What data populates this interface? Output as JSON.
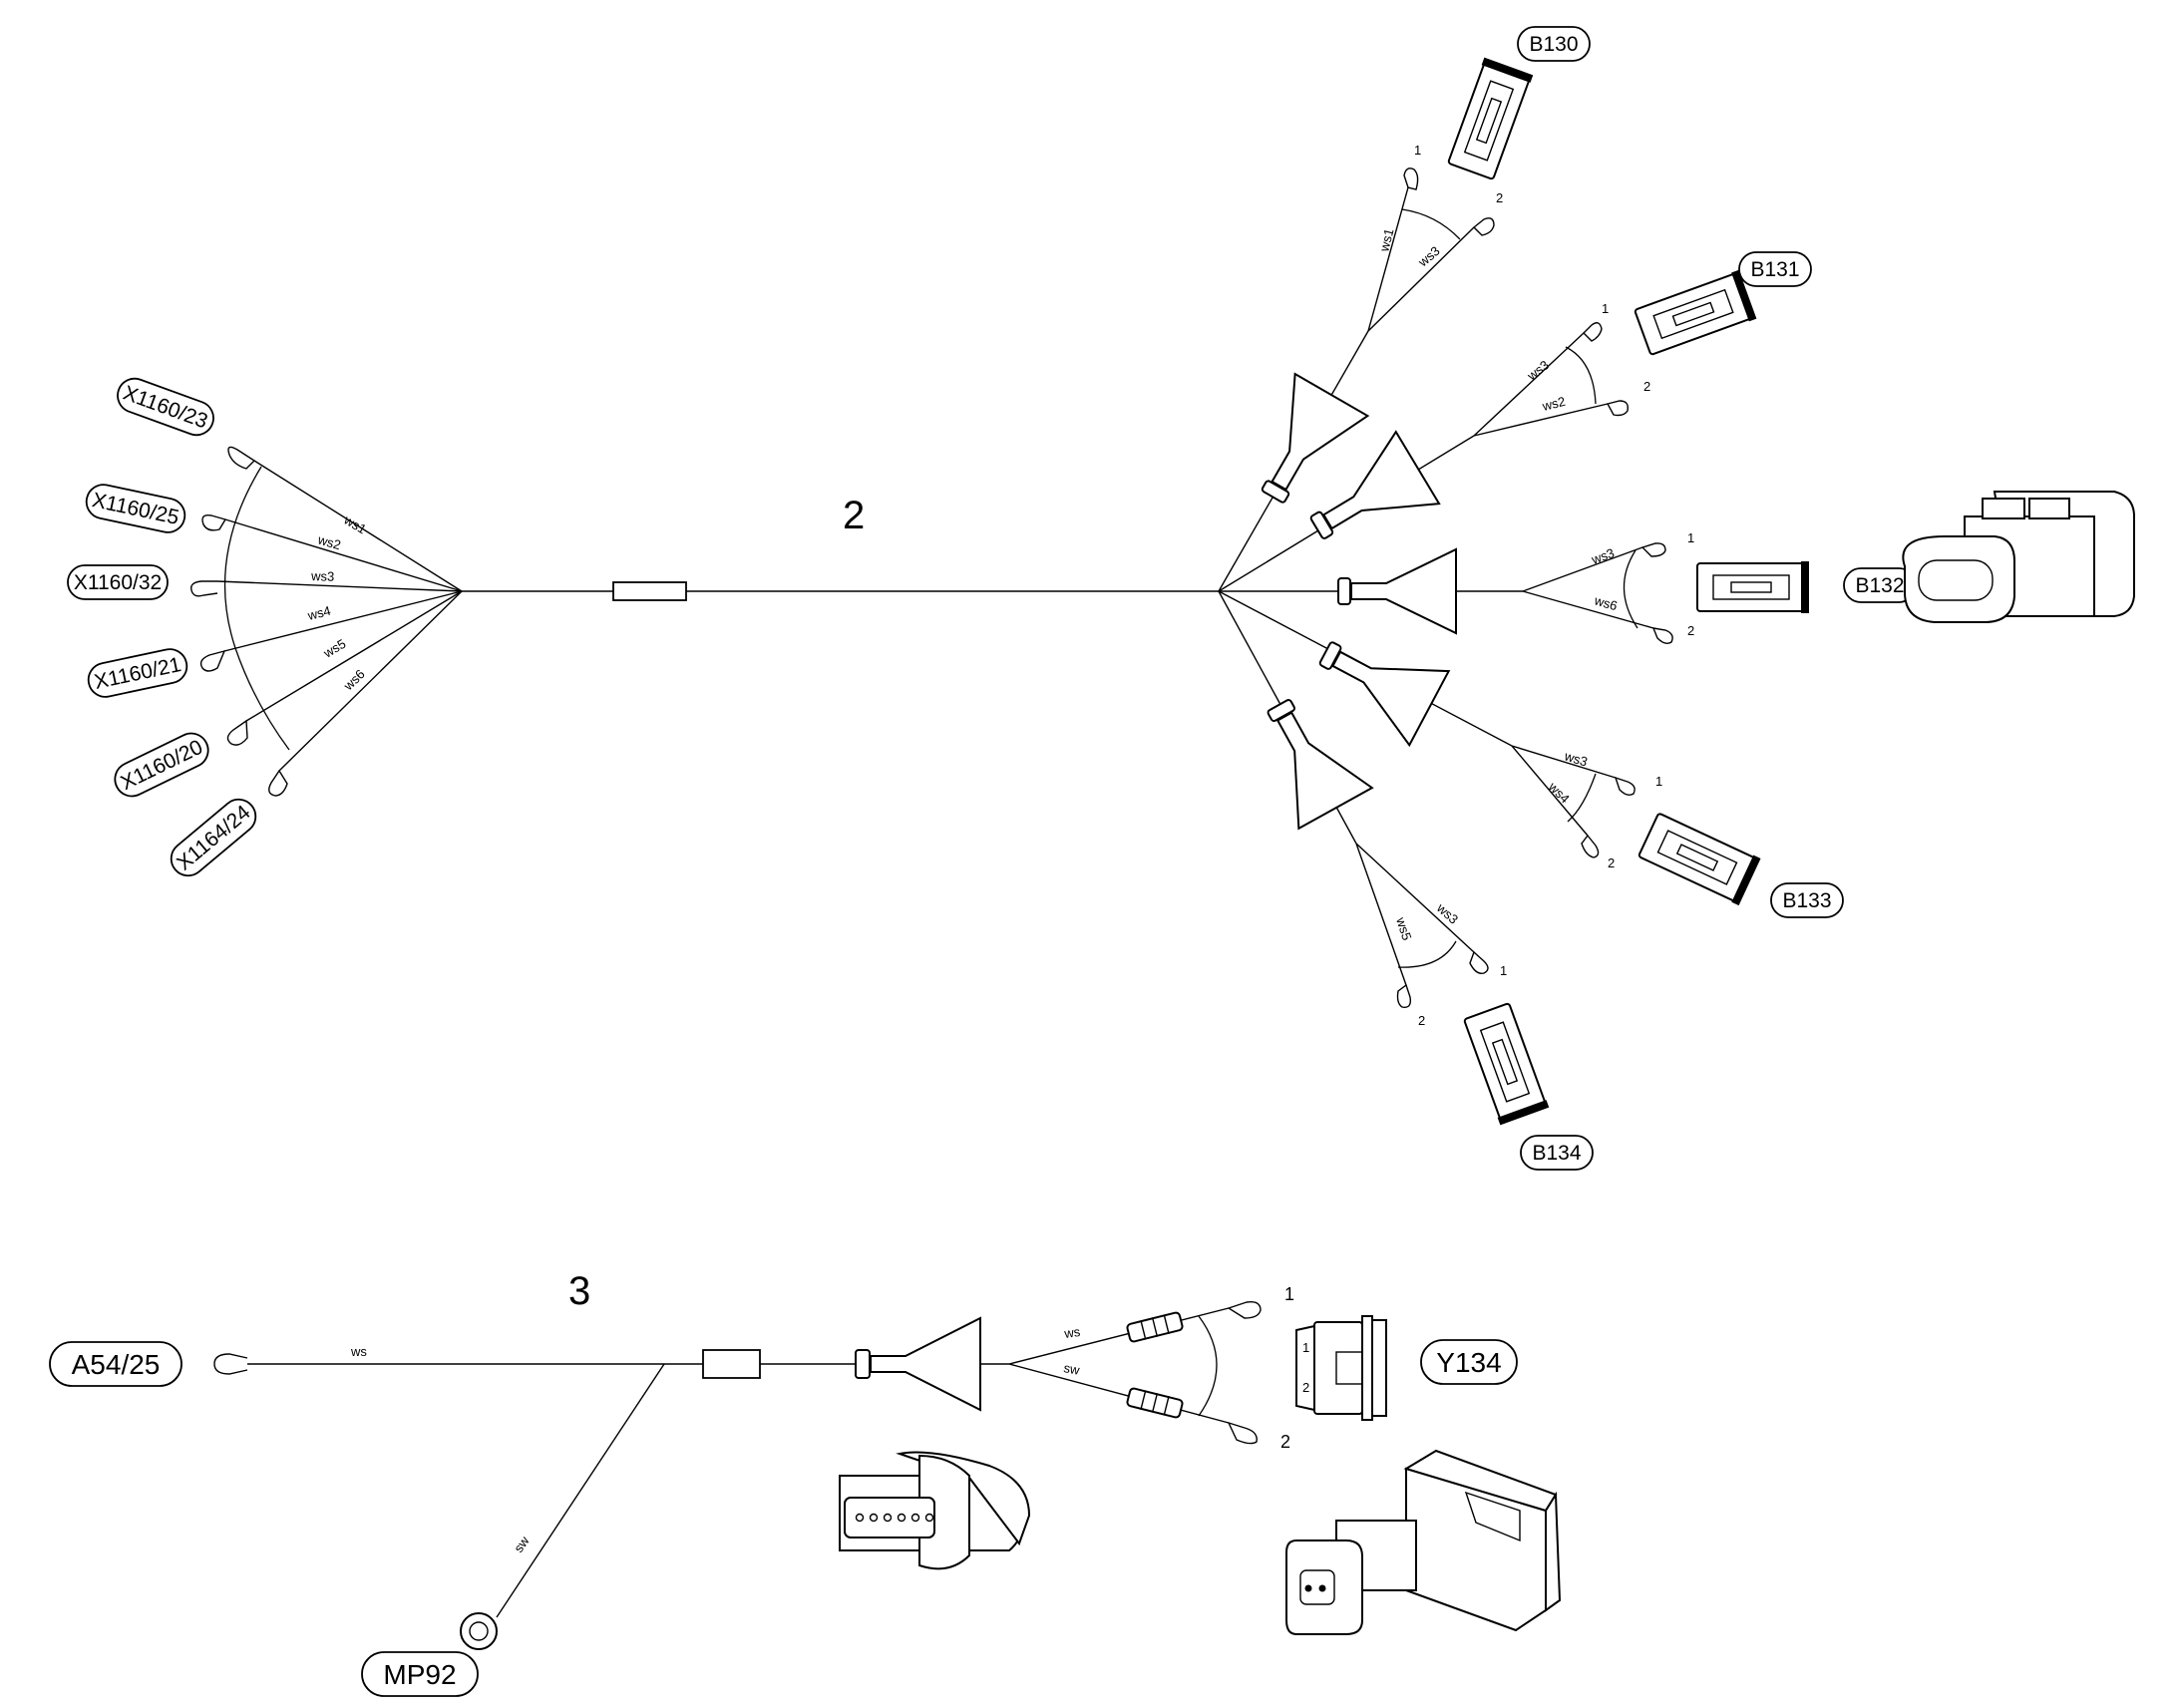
{
  "harness_2": {
    "number": "2",
    "left_connectors": [
      {
        "id": "X1160/23",
        "wire": "ws1"
      },
      {
        "id": "X1160/25",
        "wire": "ws2"
      },
      {
        "id": "X1160/32",
        "wire": "ws3"
      },
      {
        "id": "X1160/21",
        "wire": "ws4"
      },
      {
        "id": "X1160/20",
        "wire": "ws5"
      },
      {
        "id": "X1164/24",
        "wire": "ws6"
      }
    ],
    "sensors": [
      {
        "id": "B130",
        "wire_1": "ws1",
        "wire_2": "ws3",
        "pin_1": "1",
        "pin_2": "2"
      },
      {
        "id": "B131",
        "wire_1": "ws3",
        "wire_2": "ws2",
        "pin_1": "1",
        "pin_2": "2"
      },
      {
        "id": "B132",
        "wire_1": "ws3",
        "wire_2": "ws6",
        "pin_1": "1",
        "pin_2": "2"
      },
      {
        "id": "B133",
        "wire_1": "ws3",
        "wire_2": "ws4",
        "pin_1": "1",
        "pin_2": "2"
      },
      {
        "id": "B134",
        "wire_1": "ws3",
        "wire_2": "ws5",
        "pin_1": "1",
        "pin_2": "2"
      }
    ]
  },
  "harness_3": {
    "number": "3",
    "source": "A54/25",
    "source_wire": "ws",
    "ground": "MP92",
    "ground_wire": "sw",
    "valve": "Y134",
    "valve_wire_1": "ws",
    "valve_wire_2": "sw",
    "pin_1": "1",
    "pin_2": "2",
    "valve_pin_1": "1",
    "valve_pin_2": "2"
  }
}
